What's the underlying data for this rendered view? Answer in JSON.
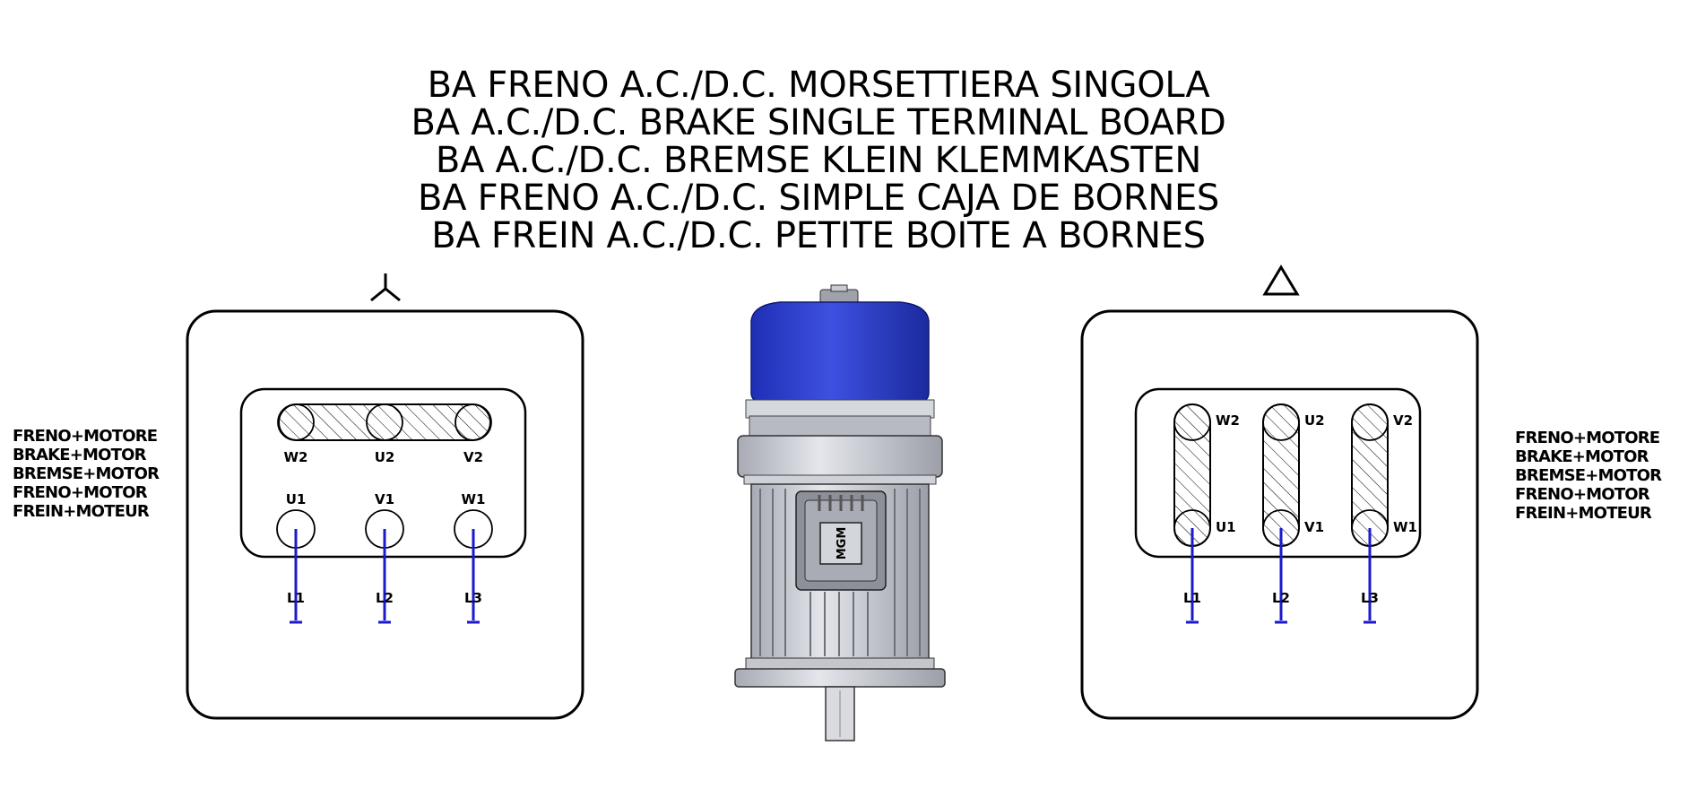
{
  "title_lines": [
    "BA FRENO A.C./D.C. MORSETTIERA SINGOLA",
    "BA A.C./D.C. BRAKE SINGLE TERMINAL BOARD",
    "BA A.C./D.C. BREMSE KLEIN KLEMMKASTEN",
    "BA FRENO A.C./D.C. SIMPLE CAJA DE BORNES",
    "BA FREIN A.C./D.C. PETITE BOITE A BORNES"
  ],
  "side_labels": [
    "FRENO+MOTORE",
    "BRAKE+MOTOR",
    "BREMSE+MOTOR",
    "FRENO+MOTOR",
    "FREIN+MOTEUR"
  ],
  "star_diagram": {
    "symbol": "star",
    "top_terminals": [
      "W2",
      "U2",
      "V2"
    ],
    "bottom_terminals": [
      "U1",
      "V1",
      "W1"
    ],
    "lines": [
      "L1",
      "L2",
      "L3"
    ]
  },
  "delta_diagram": {
    "symbol": "delta",
    "top_terminals": [
      "W2",
      "U2",
      "V2"
    ],
    "bottom_terminals": [
      "U1",
      "V1",
      "W1"
    ],
    "lines": [
      "L1",
      "L2",
      "L3"
    ]
  },
  "motor_logo": "MGM",
  "colors": {
    "wire": "#1a1acc",
    "motor_cap": "#2b3ccf",
    "motor_body": "#c8cad2",
    "outline": "#000000"
  }
}
